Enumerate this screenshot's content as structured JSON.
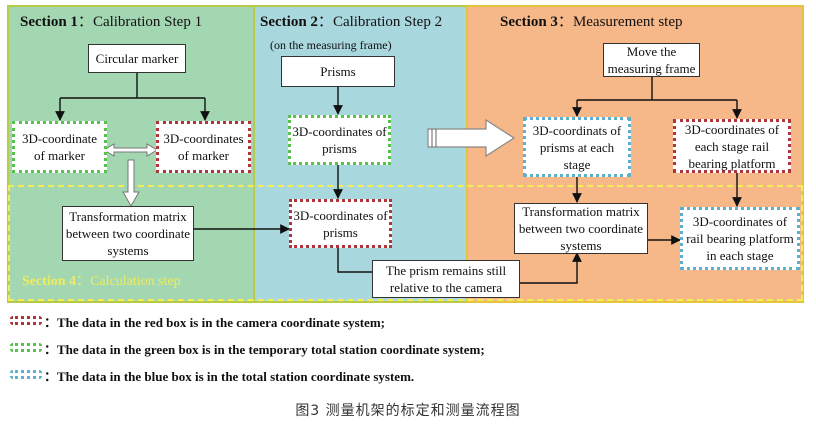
{
  "sections": {
    "s1": {
      "num": "Section 1",
      "title": "Calibration Step 1"
    },
    "s2": {
      "num": "Section 2",
      "title": "Calibration Step 2",
      "sub": "(on the measuring frame)"
    },
    "s3": {
      "num": "Section 3",
      "title": "Measurement step"
    },
    "s4": {
      "num": "Section 4",
      "title": "Calculation step"
    }
  },
  "boxes": {
    "circular_marker": "Circular marker",
    "marker_green": "3D-coordinate of marker",
    "marker_red": "3D-coordinates of marker",
    "transform1": "Transformation matrix between two coordinate systems",
    "prisms": "Prisms",
    "prisms_green": "3D-coordinates of prisms",
    "prisms_red": "3D-coordinates of prisms",
    "prism_still": "The prism remains still relative to the camera",
    "move_frame": "Move the measuring frame",
    "prisms_blue": "3D-coordinats of prisms at each stage",
    "rail_red": "3D-coordinates of each stage rail bearing platform",
    "transform2": "Transformation matrix between two coordinate systems",
    "rail_blue": "3D-coordinates of rail bearing platform in each stage"
  },
  "legend": {
    "red": "：The data in the red box is in the camera coordinate system;",
    "green": "：The data in the green box is in the temporary total station coordinate system;",
    "blue": "：The data in the blue box is in the total station coordinate system."
  },
  "caption": "图3  测量机架的标定和测量流程图",
  "colors": {
    "red_box": "#b0343a",
    "green_box": "#56c24c",
    "blue_box": "#5bb0cf",
    "section1_bg": "#a3d7b1",
    "section2_bg": "#a9d7de",
    "section3_bg": "#f6b789",
    "section4_text": "#f0ec5c"
  }
}
